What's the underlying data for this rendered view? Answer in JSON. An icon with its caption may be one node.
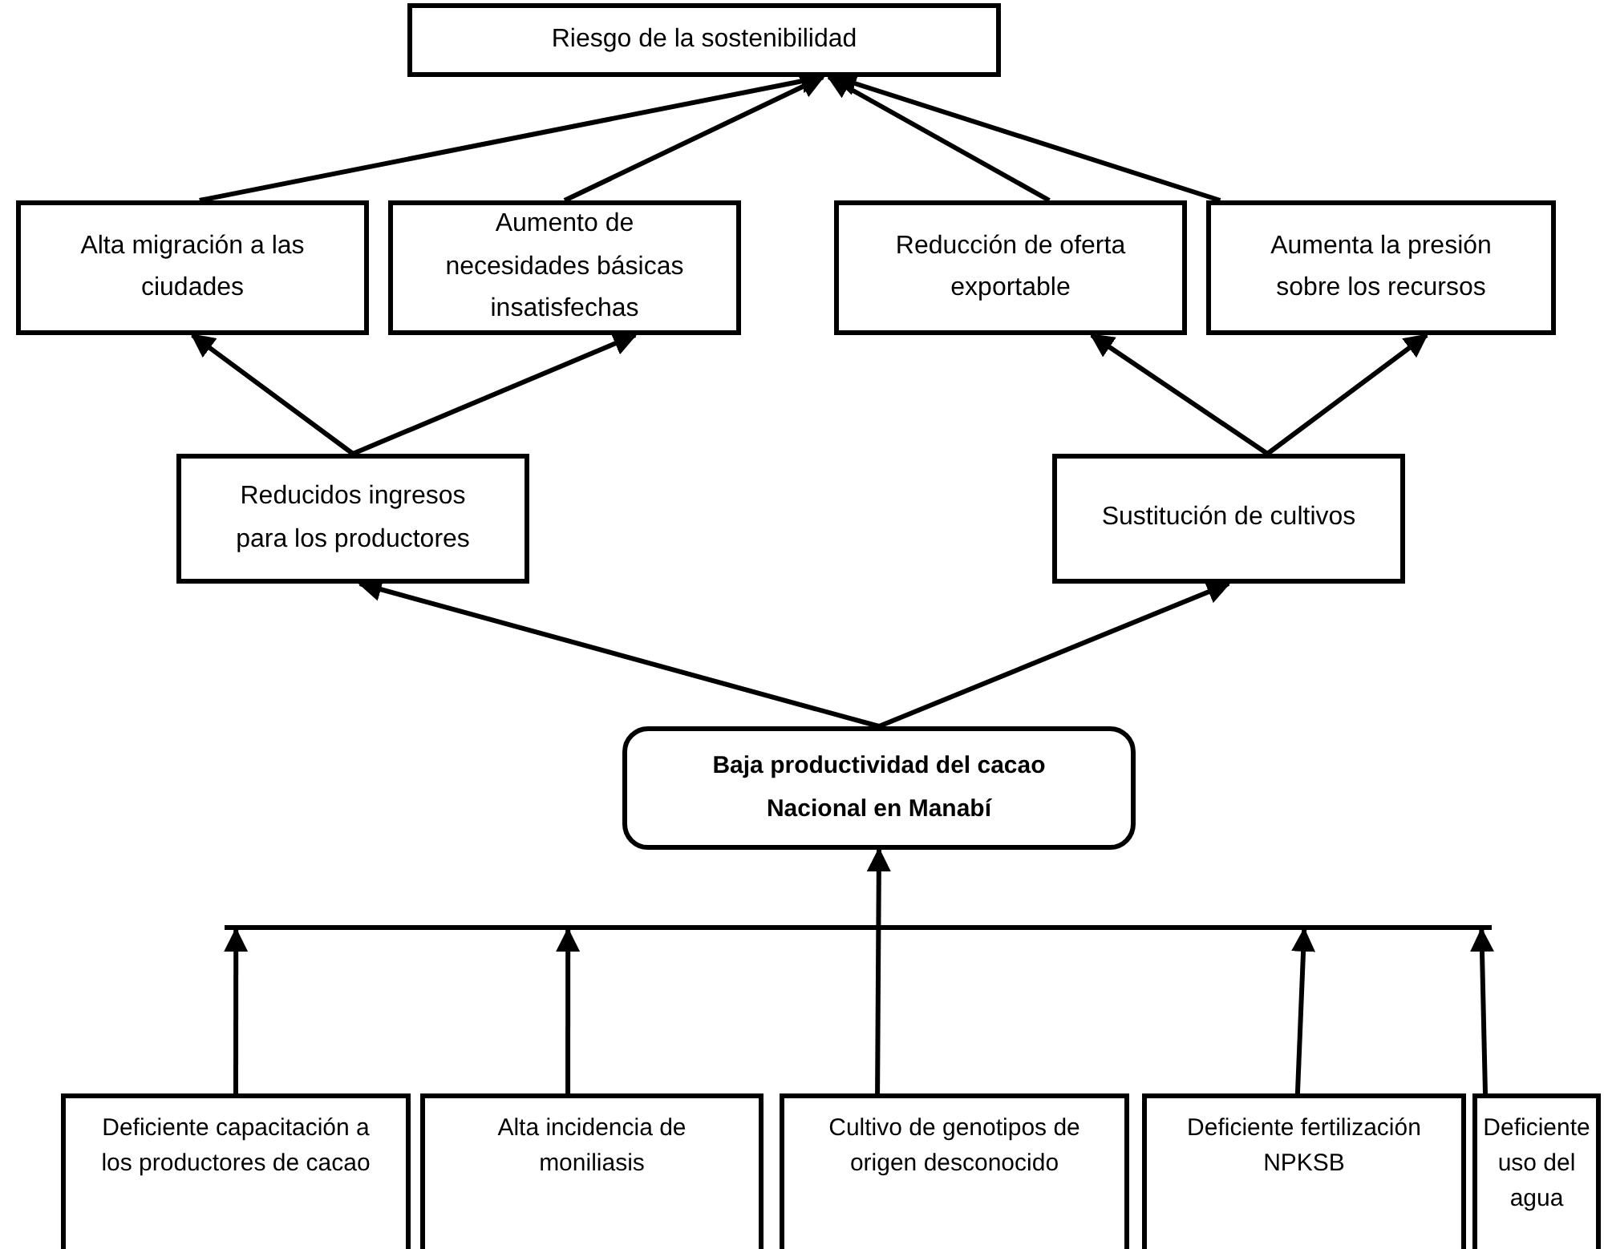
{
  "diagram": {
    "nodes": [
      {
        "text": [
          "Riesgo de la sostenibilidad"
        ]
      },
      {
        "text": [
          "Alta migración a las ciudades"
        ]
      },
      {
        "text": [
          "Aumento de necesidades básicas insatisfechas"
        ]
      },
      {
        "text": [
          "Reducción de oferta exportable"
        ]
      },
      {
        "text": [
          "Aumenta la presión sobre los recursos"
        ]
      },
      {
        "text": [
          "Reducidos ingresos para los productores"
        ]
      },
      {
        "text": [
          "Sustitución de cultivos"
        ]
      },
      {
        "text": [
          "Baja productividad del cacao Nacional en Manabí"
        ]
      },
      {
        "text": [],
        "shape": "bar"
      },
      {
        "text": [
          "Deficiente capacitación a los productores de cacao"
        ]
      },
      {
        "text": [
          "Alta incidencia de moniliasis"
        ]
      },
      {
        "text": [
          "Cultivo de genotipos de origen desconocido"
        ]
      },
      {
        "text": [
          "Deficiente fertilización NPKSB"
        ]
      },
      {
        "text": [
          "Deficiente uso del agua"
        ]
      }
    ],
    "edges": [
      {
        "from": 1,
        "to": 0,
        "arrow": "to"
      },
      {
        "from": 2,
        "to": 0,
        "arrow": "to"
      },
      {
        "from": 3,
        "to": 0,
        "arrow": "to"
      },
      {
        "from": 4,
        "to": 0,
        "arrow": "to"
      },
      {
        "from": 5,
        "to": 1,
        "arrow": "to"
      },
      {
        "from": 5,
        "to": 2,
        "arrow": "to"
      },
      {
        "from": 6,
        "to": 3,
        "arrow": "to"
      },
      {
        "from": 6,
        "to": 4,
        "arrow": "to"
      },
      {
        "from": 7,
        "to": 5,
        "arrow": "to"
      },
      {
        "from": 7,
        "to": 6,
        "arrow": "to"
      },
      {
        "from": 9,
        "to": 8,
        "arrow": "to"
      },
      {
        "from": 10,
        "to": 8,
        "arrow": "to"
      },
      {
        "from": 11,
        "to": 7,
        "arrow": "to"
      },
      {
        "from": 12,
        "to": 8,
        "arrow": "to"
      },
      {
        "from": 13,
        "to": 8,
        "arrow": "to"
      }
    ]
  }
}
